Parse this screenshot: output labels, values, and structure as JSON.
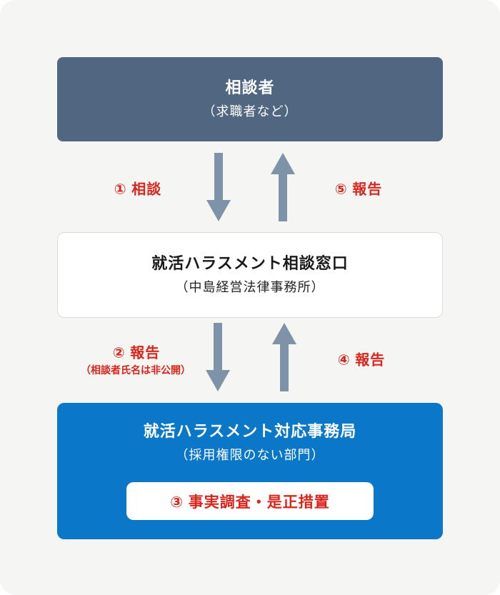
{
  "colors": {
    "page_background": "#f5f5f4",
    "consulter_box_bg": "#516680",
    "response_box_bg": "#0b77c8",
    "arrow": "#7e93a8",
    "accent_red": "#d9261c",
    "desk_box_border": "#dcdcdc"
  },
  "diagram": {
    "consulter_box": {
      "title": "相談者",
      "subtitle": "（求職者など）"
    },
    "link_top": {
      "left_label": "① 相談",
      "right_label": "⑤ 報告"
    },
    "consultation_desk_box": {
      "title": "就活ハラスメント相談窓口",
      "subtitle": "（中島経営法律事務所）"
    },
    "link_bottom": {
      "left_label": "② 報告",
      "left_note": "（相談者氏名は非公開）",
      "right_label": "④ 報告"
    },
    "response_office_box": {
      "title": "就活ハラスメント対応事務局",
      "subtitle": "（採用権限のない部門）",
      "action_label": "③ 事実調査・是正措置"
    }
  }
}
